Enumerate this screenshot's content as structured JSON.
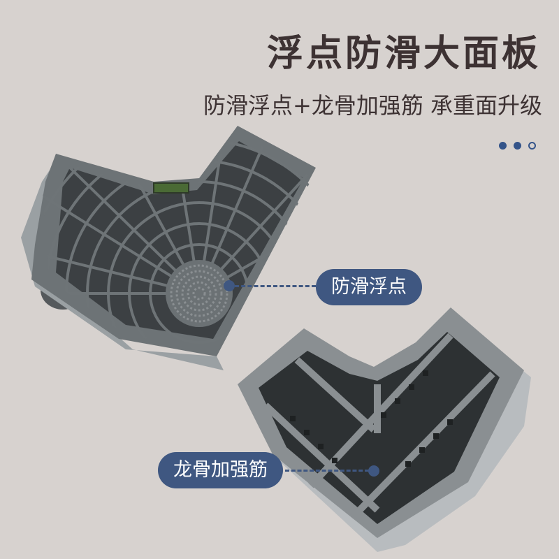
{
  "header": {
    "title": "浮点防滑大面板",
    "subtitle": "防滑浮点+龙骨加强筋 承重面升级"
  },
  "pagination": {
    "dots": [
      {
        "state": "filled"
      },
      {
        "state": "filled"
      },
      {
        "state": "empty"
      }
    ],
    "active_color": "#34548a"
  },
  "callouts": [
    {
      "label": "防滑浮点",
      "target": "top-panel-antislip-dot"
    },
    {
      "label": "龙骨加强筋",
      "target": "bottom-panel-keel-ribs"
    }
  ],
  "colors": {
    "background": "#d7d2cf",
    "text": "#3d3233",
    "accent": "#3f5781",
    "product_gray": "#6a6f72"
  }
}
